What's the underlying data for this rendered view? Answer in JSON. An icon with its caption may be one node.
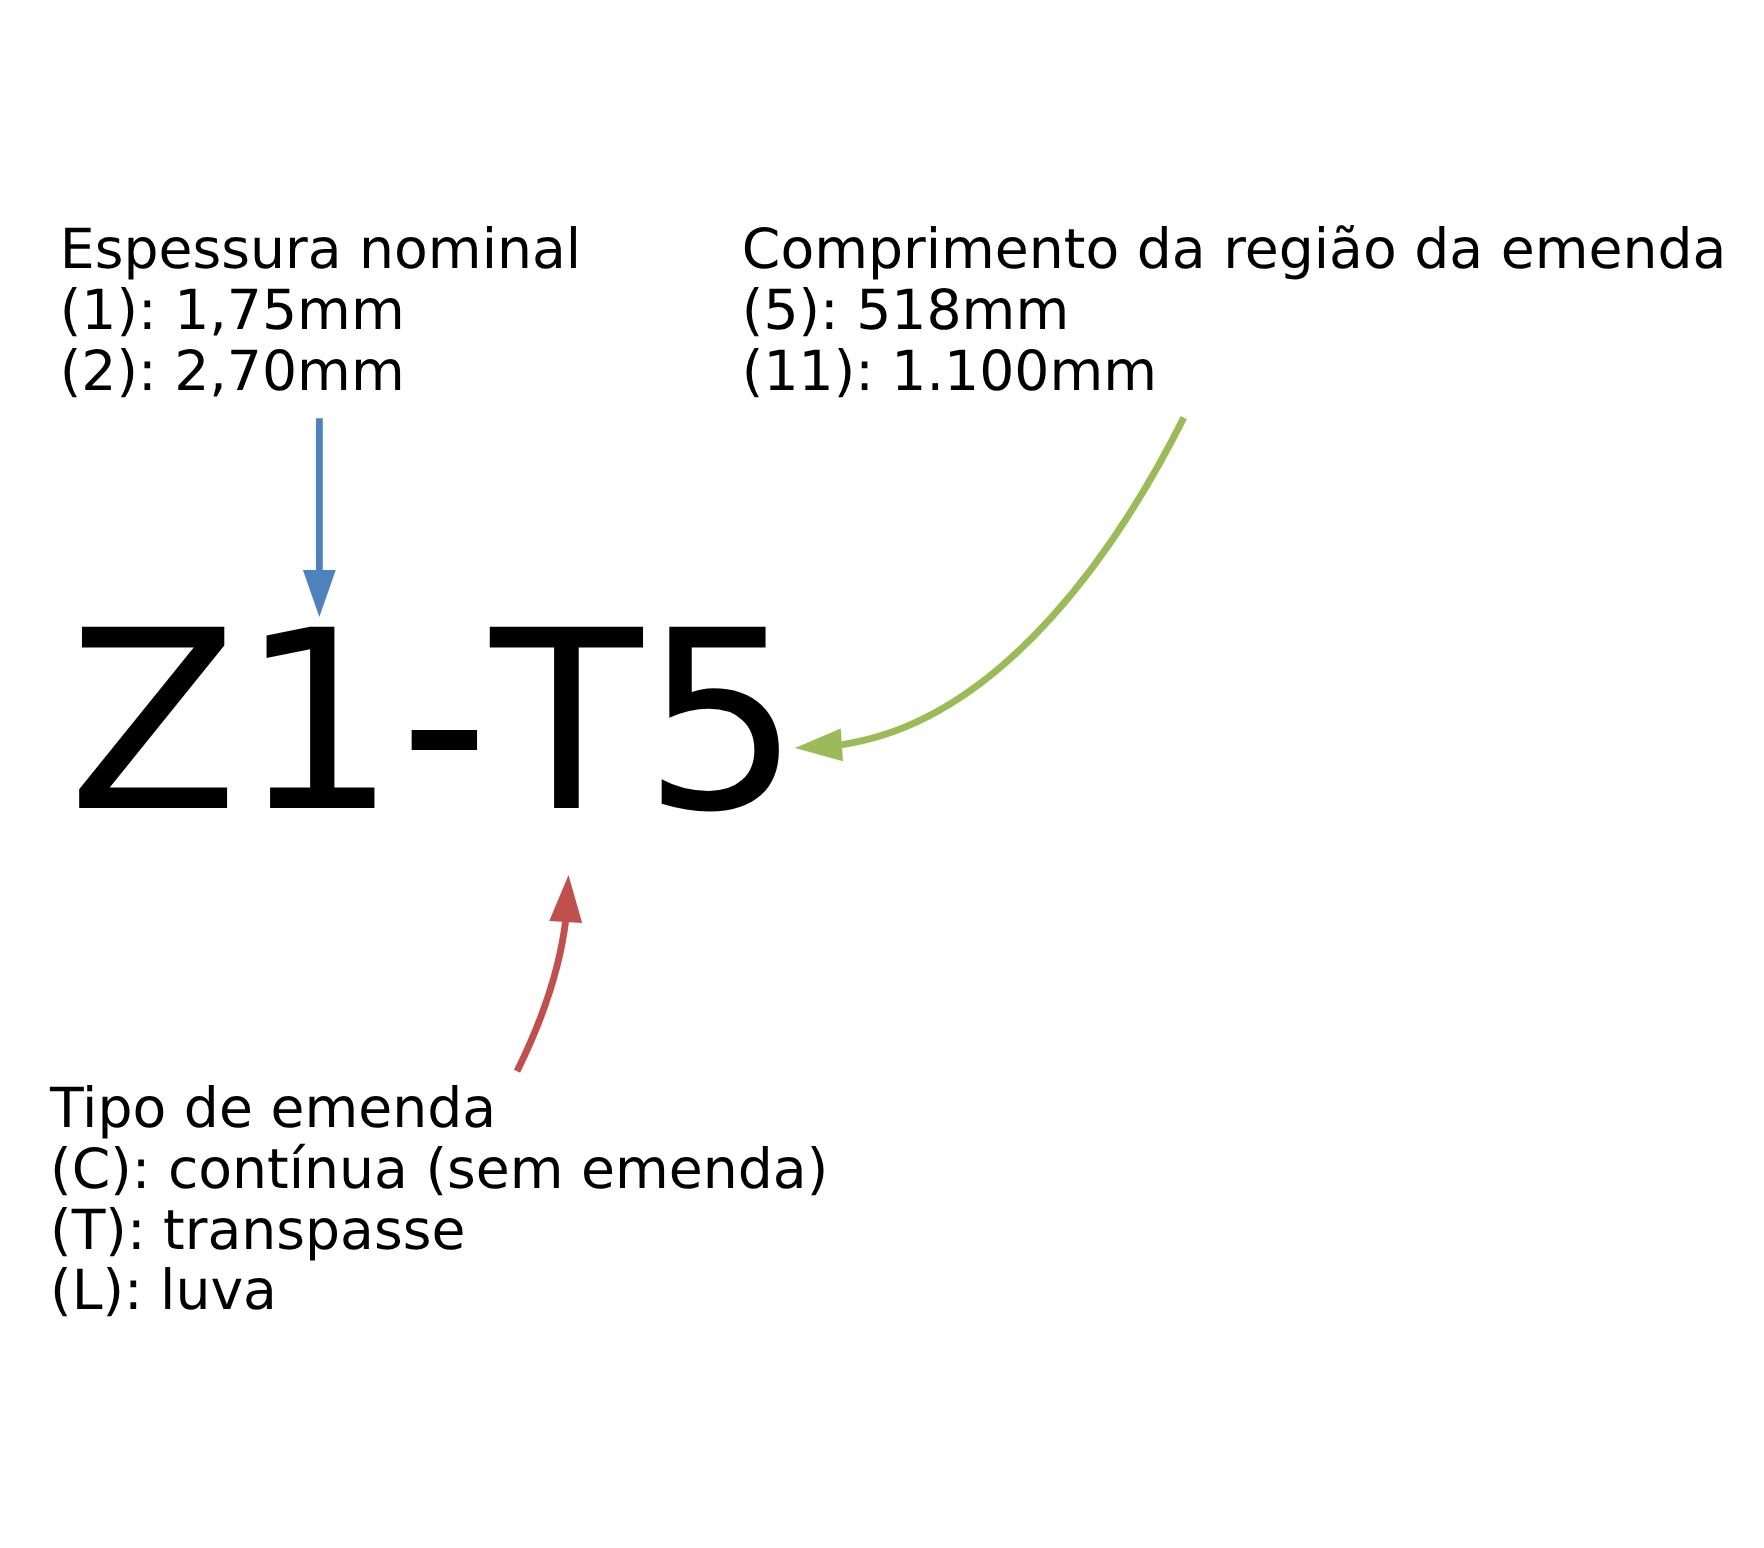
{
  "diagram": {
    "nodes": [
      {
        "text": [
          "Espessura nominal",
          "(1): 1,75mm",
          "(2): 2,70mm"
        ]
      },
      {
        "text": [
          "Comprimento da região da emenda",
          "(5): 518mm",
          "(11): 1.100mm"
        ]
      },
      {
        "text": [
          "Z1-T5"
        ]
      },
      {
        "text": [
          "Tipo de emenda",
          "(C): contínua (sem emenda)",
          "(T): transpasse",
          "(L): luva"
        ]
      }
    ],
    "edges": [
      {
        "from": 0,
        "to": 2,
        "arrow": "to",
        "color": "#4f81bd"
      },
      {
        "from": 1,
        "to": 2,
        "arrow": "to",
        "color": "#9bbb59"
      },
      {
        "from": 3,
        "to": 2,
        "arrow": "to",
        "color": "#c0504d"
      }
    ]
  }
}
